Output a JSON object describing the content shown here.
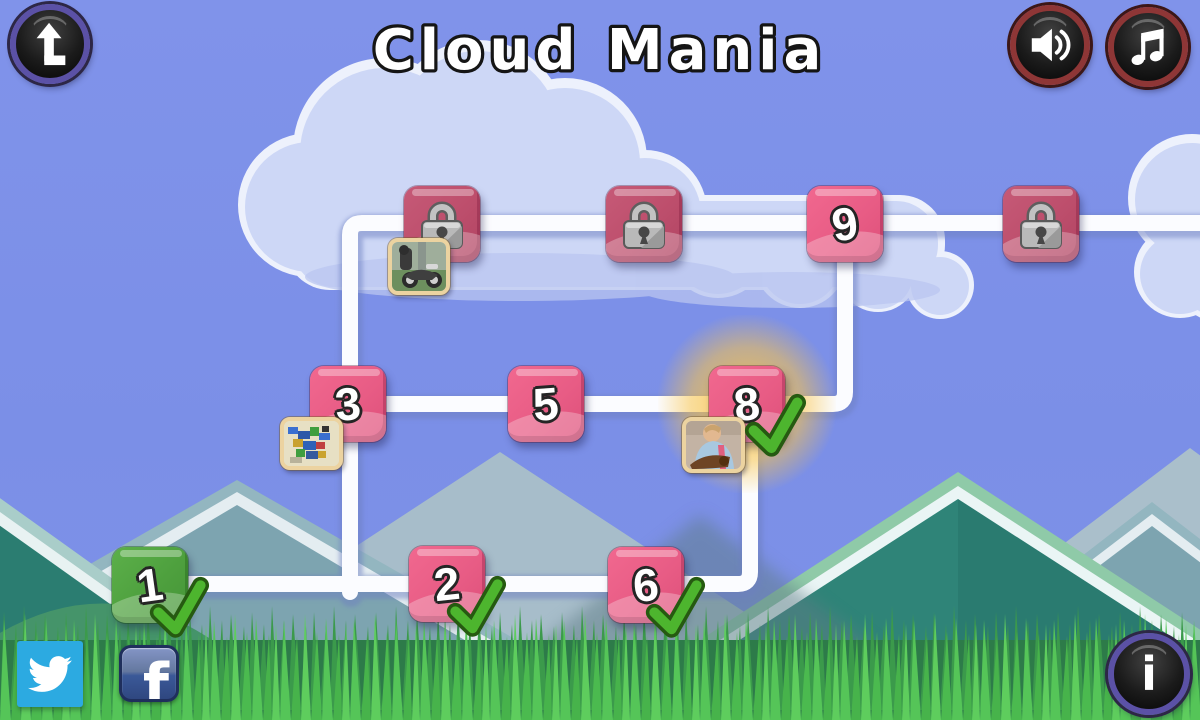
{
  "title": "Cloud Mania",
  "hud": {
    "back_icon": "return-arrow",
    "sound_icon": "speaker",
    "music_icon": "music-note",
    "info_label": "i",
    "social": {
      "twitter_icon": "twitter-bird",
      "facebook_label": "f"
    }
  },
  "map": {
    "levels": [
      {
        "label": "1",
        "status": "completed",
        "variant": "green"
      },
      {
        "label": "2",
        "status": "completed",
        "variant": "pink"
      },
      {
        "label": "3",
        "status": "unlocked",
        "variant": "pink",
        "thumbnail": "toy-bricks-photo"
      },
      {
        "label": "5",
        "status": "unlocked",
        "variant": "pink"
      },
      {
        "label": "6",
        "status": "completed",
        "variant": "pink"
      },
      {
        "label": "8",
        "status": "completed-selected",
        "variant": "pink",
        "thumbnail": "guitar-player-photo"
      },
      {
        "label": "9",
        "status": "unlocked",
        "variant": "pink"
      },
      {
        "label": "",
        "status": "locked",
        "variant": "crimson",
        "thumbnail": "motorcycle-photo"
      },
      {
        "label": "",
        "status": "locked",
        "variant": "crimson"
      },
      {
        "label": "",
        "status": "locked",
        "variant": "crimson"
      }
    ]
  },
  "colors": {
    "sky": "#7d90e8",
    "path_white": "#fbfcff",
    "tile_pink": "#e85c85",
    "tile_locked": "#bd4e6c",
    "tile_green": "#4ea03e",
    "check_green": "#4db52e",
    "selected_glow": "#f8c44a",
    "grass_green": "#4cbb4f",
    "twitter_blue": "#2caae1",
    "facebook_blue": "#3b5998"
  }
}
